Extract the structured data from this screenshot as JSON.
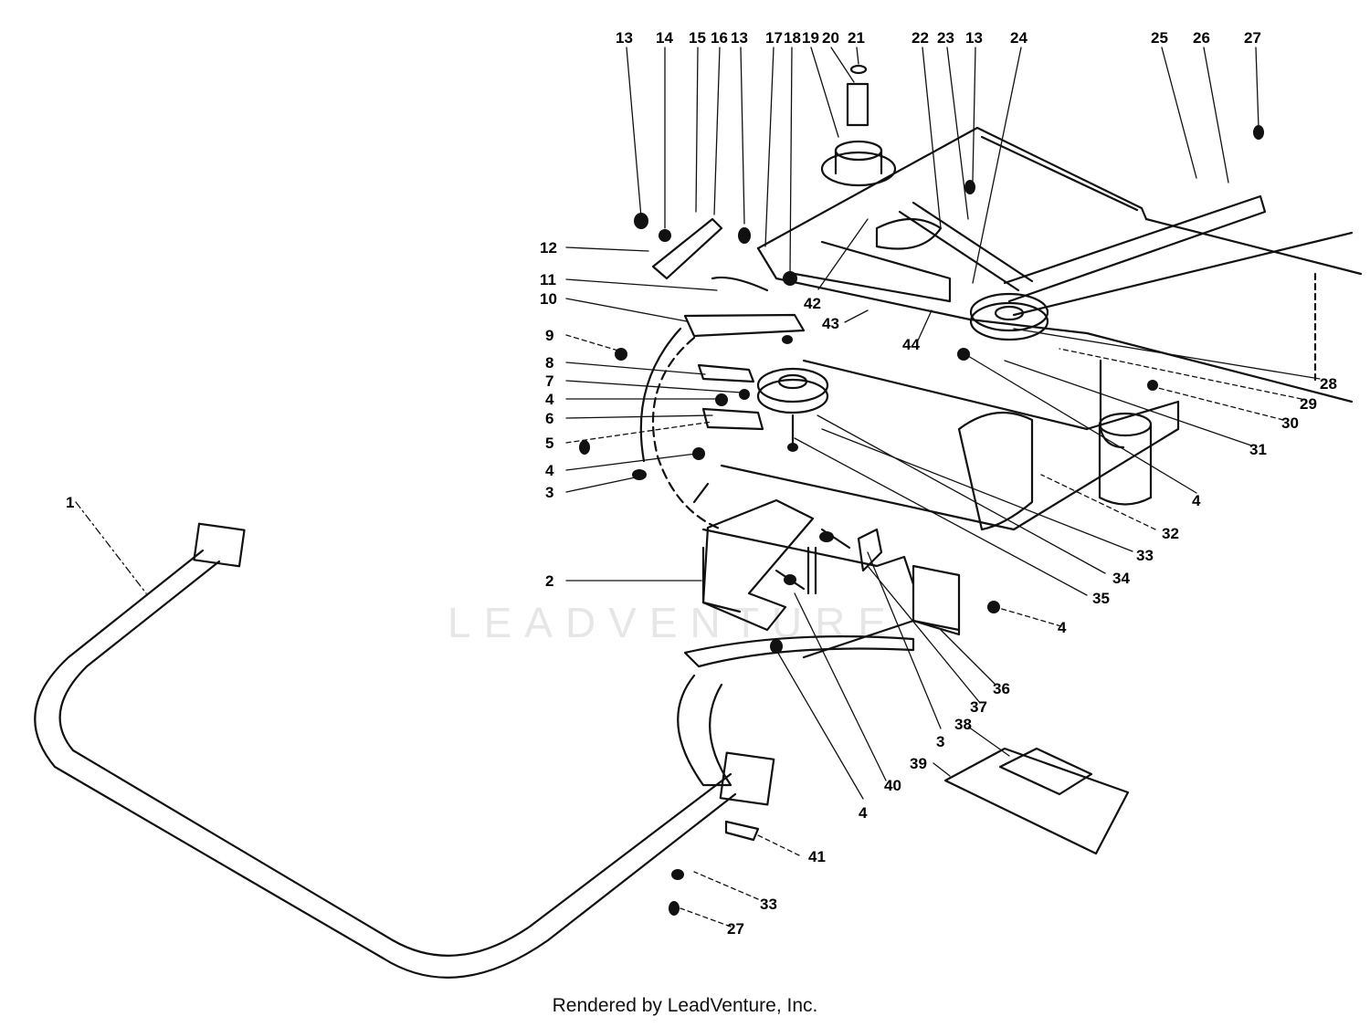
{
  "watermark": "LEADVENTURE",
  "footer": "Rendered by LeadVenture, Inc.",
  "callouts": [
    {
      "id": "c1",
      "text": "1"
    },
    {
      "id": "c2",
      "text": "2"
    },
    {
      "id": "c3a",
      "text": "3"
    },
    {
      "id": "c3b",
      "text": "3"
    },
    {
      "id": "c4a",
      "text": "4"
    },
    {
      "id": "c4b",
      "text": "4"
    },
    {
      "id": "c4c",
      "text": "4"
    },
    {
      "id": "c4d",
      "text": "4"
    },
    {
      "id": "c4e",
      "text": "4"
    },
    {
      "id": "c5",
      "text": "5"
    },
    {
      "id": "c6",
      "text": "6"
    },
    {
      "id": "c7",
      "text": "7"
    },
    {
      "id": "c8",
      "text": "8"
    },
    {
      "id": "c9",
      "text": "9"
    },
    {
      "id": "c10",
      "text": "10"
    },
    {
      "id": "c11",
      "text": "11"
    },
    {
      "id": "c12",
      "text": "12"
    },
    {
      "id": "c13a",
      "text": "13"
    },
    {
      "id": "c13b",
      "text": "13"
    },
    {
      "id": "c13c",
      "text": "13"
    },
    {
      "id": "c14",
      "text": "14"
    },
    {
      "id": "c15",
      "text": "15"
    },
    {
      "id": "c16",
      "text": "16"
    },
    {
      "id": "c17",
      "text": "17"
    },
    {
      "id": "c18",
      "text": "18"
    },
    {
      "id": "c19",
      "text": "19"
    },
    {
      "id": "c20",
      "text": "20"
    },
    {
      "id": "c21",
      "text": "21"
    },
    {
      "id": "c22",
      "text": "22"
    },
    {
      "id": "c23",
      "text": "23"
    },
    {
      "id": "c24",
      "text": "24"
    },
    {
      "id": "c25",
      "text": "25"
    },
    {
      "id": "c26",
      "text": "26"
    },
    {
      "id": "c27a",
      "text": "27"
    },
    {
      "id": "c27b",
      "text": "27"
    },
    {
      "id": "c28",
      "text": "28"
    },
    {
      "id": "c29",
      "text": "29"
    },
    {
      "id": "c30",
      "text": "30"
    },
    {
      "id": "c31",
      "text": "31"
    },
    {
      "id": "c32",
      "text": "32"
    },
    {
      "id": "c33a",
      "text": "33"
    },
    {
      "id": "c33b",
      "text": "33"
    },
    {
      "id": "c34",
      "text": "34"
    },
    {
      "id": "c35",
      "text": "35"
    },
    {
      "id": "c36",
      "text": "36"
    },
    {
      "id": "c37",
      "text": "37"
    },
    {
      "id": "c38",
      "text": "38"
    },
    {
      "id": "c39",
      "text": "39"
    },
    {
      "id": "c40",
      "text": "40"
    },
    {
      "id": "c41",
      "text": "41"
    },
    {
      "id": "c42",
      "text": "42"
    },
    {
      "id": "c43",
      "text": "43"
    },
    {
      "id": "c44",
      "text": "44"
    }
  ]
}
